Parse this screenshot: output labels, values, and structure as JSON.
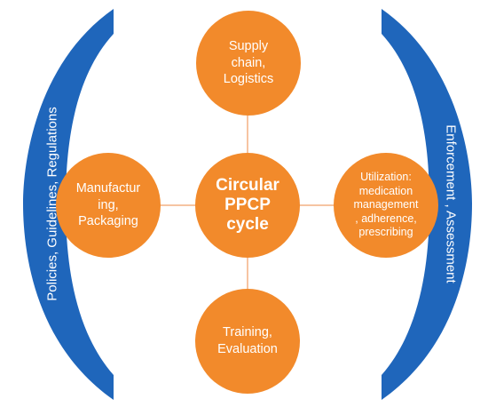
{
  "center": {
    "label": "Circular\nPPCP\ncycle"
  },
  "nodes": {
    "top": "Supply\nchain,\nLogistics",
    "left": "Manufactur\ning,\nPackaging",
    "right": "Utilization:\nmedication\nmanagement\n, adherence,\nprescribing",
    "bottom": "Training,\nEvaluation"
  },
  "brackets": {
    "left_label": "Policies, Guidelines, Regulations",
    "right_label": "Enforcement , Assessment"
  },
  "colors": {
    "node_fill": "#f28a2b",
    "bracket_fill": "#1f66bb",
    "connector": "#f4b183",
    "text": "#ffffff"
  }
}
